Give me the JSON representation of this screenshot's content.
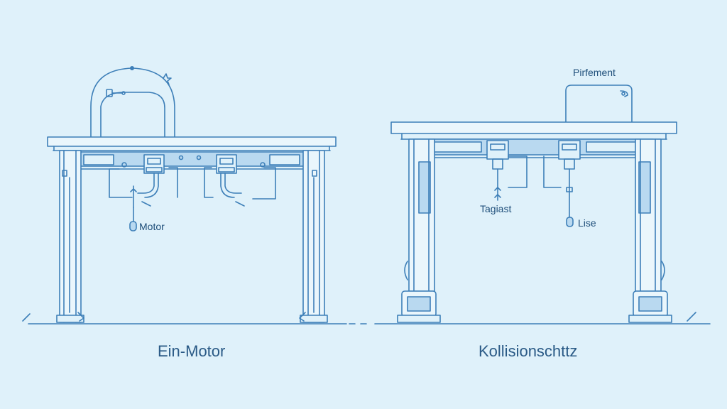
{
  "palette": {
    "background": "#dff1fa",
    "line": "#3d7fb8",
    "fill": "#b9d9f0",
    "text": "#1f4f7a"
  },
  "left_diagram": {
    "caption": "Ein-Motor",
    "callout": "Motor"
  },
  "right_diagram": {
    "caption": "Kollisionschttz",
    "callout_top": "Pirfement",
    "callout_left": "Tagiast",
    "callout_right": "Lise"
  }
}
